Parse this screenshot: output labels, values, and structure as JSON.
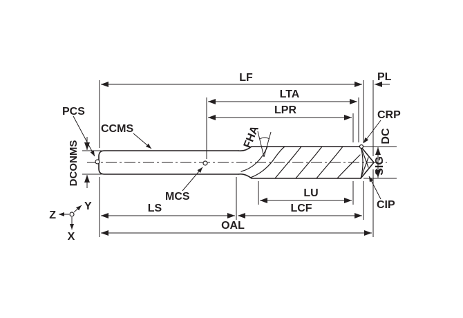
{
  "diagram": {
    "type": "engineering-dimension-drawing",
    "subject": "solid carbide drill side view with dimension callouts",
    "colors": {
      "line": "#231f20",
      "background": "#ffffff"
    },
    "dimension_labels": {
      "lf": "LF",
      "pl": "PL",
      "lta": "LTA",
      "lpr": "LPR",
      "lu": "LU",
      "ls": "LS",
      "lcf": "LCF",
      "oal": "OAL",
      "dc": "DC",
      "dconms": "DCONMS"
    },
    "feature_labels": {
      "pcs": "PCS",
      "ccms": "CCMS",
      "mcs": "MCS",
      "fha": "FHA",
      "crp": "CRP",
      "sig": "SIG",
      "cip": "CIP"
    },
    "axis_labels": {
      "x": "X",
      "y": "Y",
      "z": "Z"
    }
  }
}
